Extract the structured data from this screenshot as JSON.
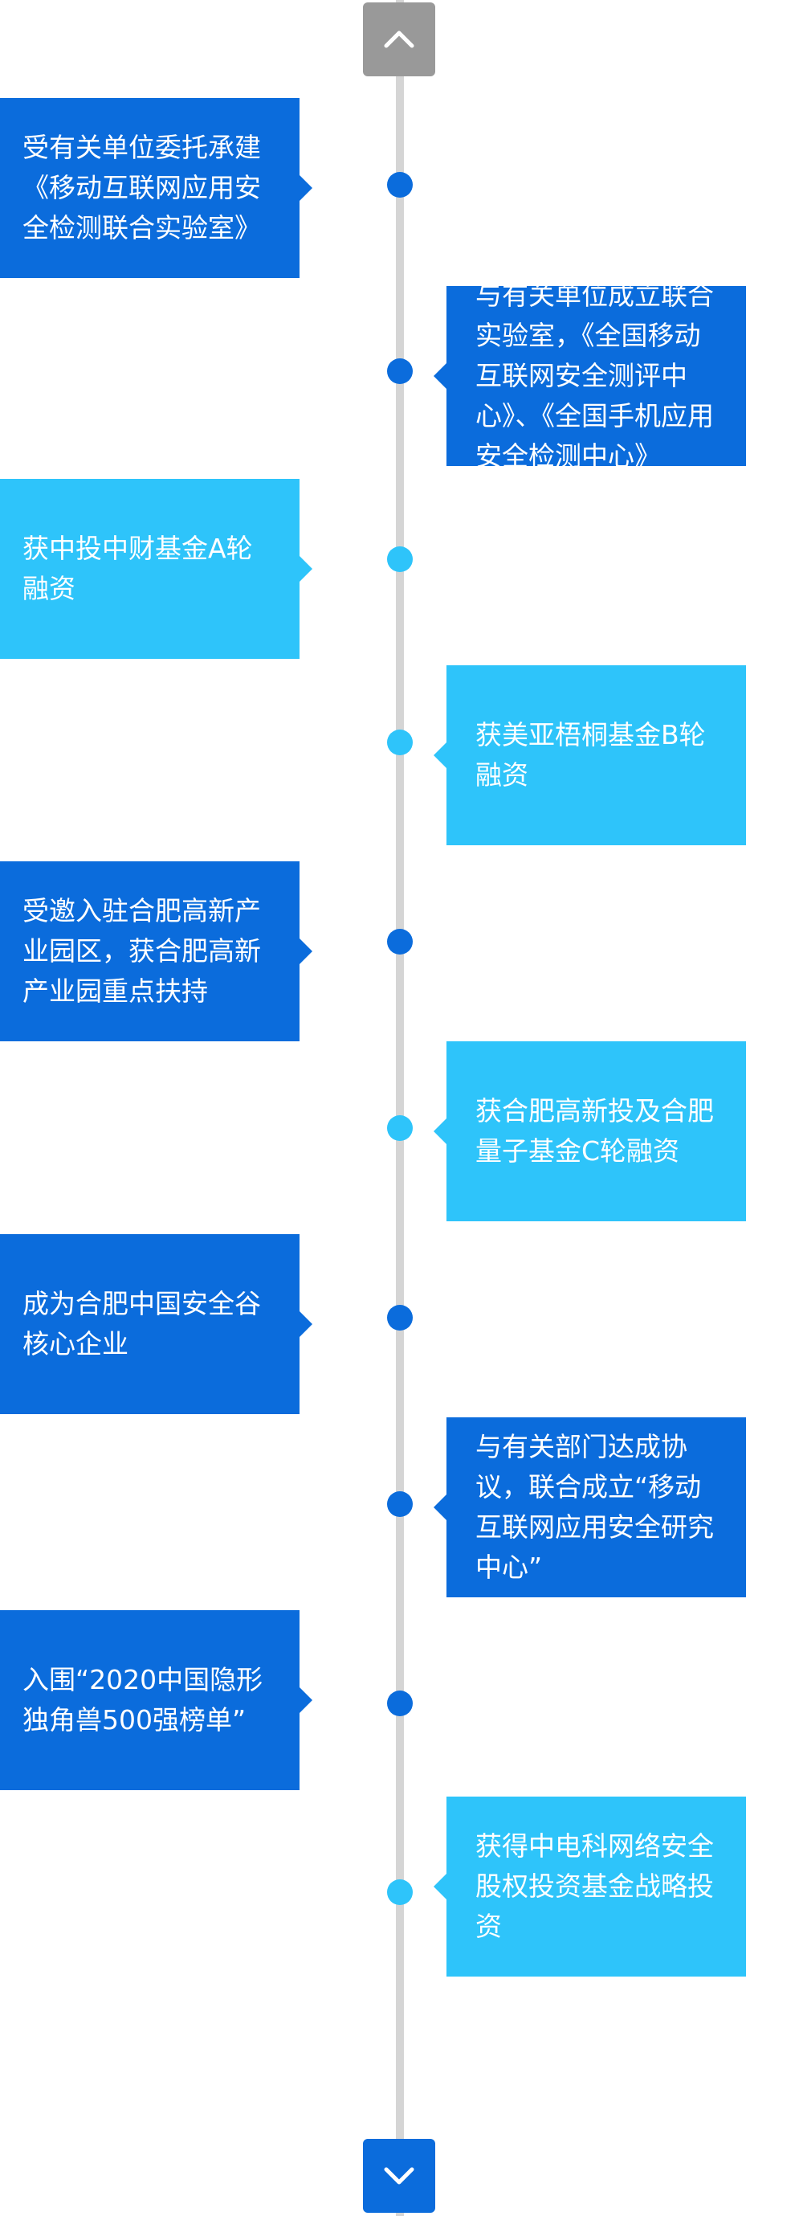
{
  "colors": {
    "dark_blue": "#0b6cdc",
    "light_blue": "#2ec4fa",
    "line_gray": "#d5d5d5",
    "button_gray": "#999999"
  },
  "nav": {
    "up_icon": "chevron-up-icon",
    "down_icon": "chevron-down-icon"
  },
  "events": [
    {
      "side": "left",
      "style": "dark",
      "text": "受有关单位委托承建《移动互联网应用安全检测联合实验室》"
    },
    {
      "side": "right",
      "style": "dark",
      "text": "与有关单位成立联合实验室，《全国移动互联网安全测评中心》、《全国手机应用安全检测中心》"
    },
    {
      "side": "left",
      "style": "light",
      "text": "获中投中财基金A轮融资"
    },
    {
      "side": "right",
      "style": "light",
      "text": "获美亚梧桐基金B轮融资"
    },
    {
      "side": "left",
      "style": "dark",
      "text": "受邀入驻合肥高新产业园区，获合肥高新产业园重点扶持"
    },
    {
      "side": "right",
      "style": "light",
      "text": "获合肥高新投及合肥量子基金C轮融资"
    },
    {
      "side": "left",
      "style": "dark",
      "text": "成为合肥中国安全谷核心企业"
    },
    {
      "side": "right",
      "style": "dark",
      "text": "与有关部门达成协议，联合成立“移动互联网应用安全研究中心”"
    },
    {
      "side": "left",
      "style": "dark",
      "text": "入围“2020中国隐形独角兽500强榜单”"
    },
    {
      "side": "right",
      "style": "light",
      "text": "获得中电科网络安全股权投资基金战略投资"
    }
  ]
}
